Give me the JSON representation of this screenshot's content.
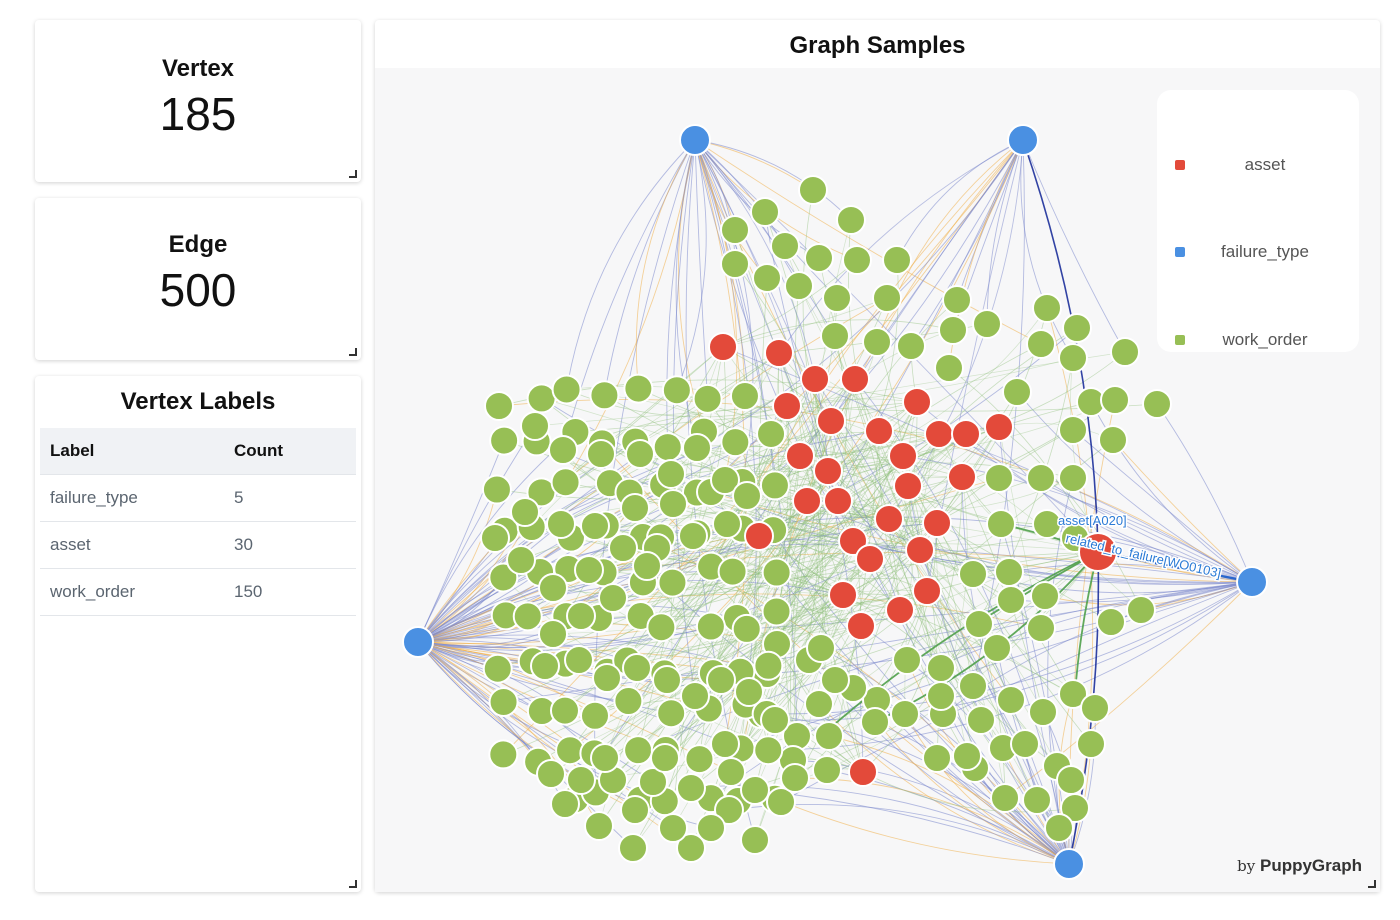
{
  "stats": {
    "vertex": {
      "title": "Vertex",
      "value": "185"
    },
    "edge": {
      "title": "Edge",
      "value": "500"
    }
  },
  "vertex_labels": {
    "title": "Vertex Labels",
    "columns": [
      "Label",
      "Count"
    ],
    "rows": [
      {
        "label": "failure_type",
        "count": "5"
      },
      {
        "label": "asset",
        "count": "30"
      },
      {
        "label": "work_order",
        "count": "150"
      }
    ]
  },
  "graph": {
    "title": "Graph Samples",
    "legend": [
      {
        "label": "asset",
        "color": "#e34a3a"
      },
      {
        "label": "failure_type",
        "color": "#4a90e2"
      },
      {
        "label": "work_order",
        "color": "#97bf55"
      }
    ],
    "highlight": {
      "node_label": "asset[A020]",
      "edge_label": "related_to_failure[WO0103]"
    },
    "colors": {
      "edge_failure": "#7c88cc",
      "edge_order": "#f0b04a",
      "edge_asset": "#8fbf7a",
      "edge_highlight": "#1f5fcc"
    }
  },
  "brand": {
    "by": "by",
    "name": "PuppyGraph"
  }
}
